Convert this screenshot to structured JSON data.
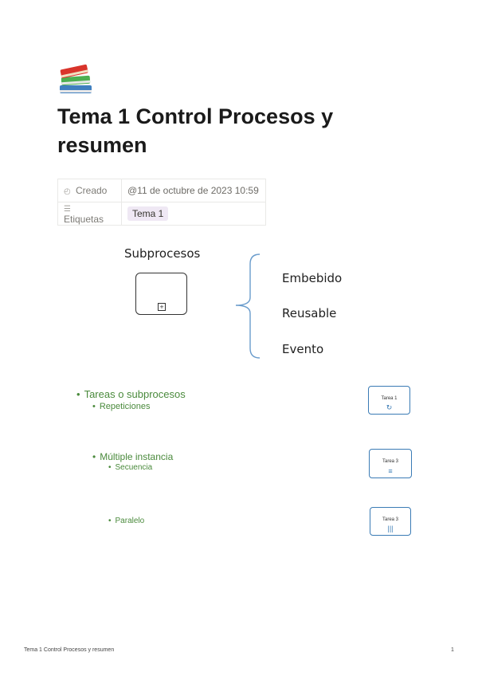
{
  "page": {
    "title": "Tema 1 Control Procesos y resumen",
    "icon": "books-emoji-icon"
  },
  "properties": [
    {
      "icon": "clock-icon",
      "key": "Creado",
      "value": "@11 de octubre de 2023 10:59"
    },
    {
      "icon": "list-icon",
      "key": "Etiquetas",
      "tag": "Tema 1",
      "tag_color": "#efe8f4"
    }
  ],
  "diagram1": {
    "title": "Subprocesos",
    "options": [
      "Embebido",
      "Reusable",
      "Evento"
    ]
  },
  "notes": {
    "bullets": [
      "Tareas o subprocesos",
      "Repeticiones",
      "Múltiple instancia",
      "Secuencia",
      "Paralelo"
    ],
    "bullet_color": "#4a8a3c",
    "tasks": [
      {
        "label": "Tarea 1",
        "marker": "loop-icon"
      },
      {
        "label": "Tarea 3",
        "marker": "sequential-icon"
      },
      {
        "label": "Tarea 3",
        "marker": "parallel-icon"
      }
    ],
    "task_border_color": "#3a7bb5"
  },
  "footer": {
    "left": "Tema 1 Control Procesos y resumen",
    "right": "1"
  }
}
